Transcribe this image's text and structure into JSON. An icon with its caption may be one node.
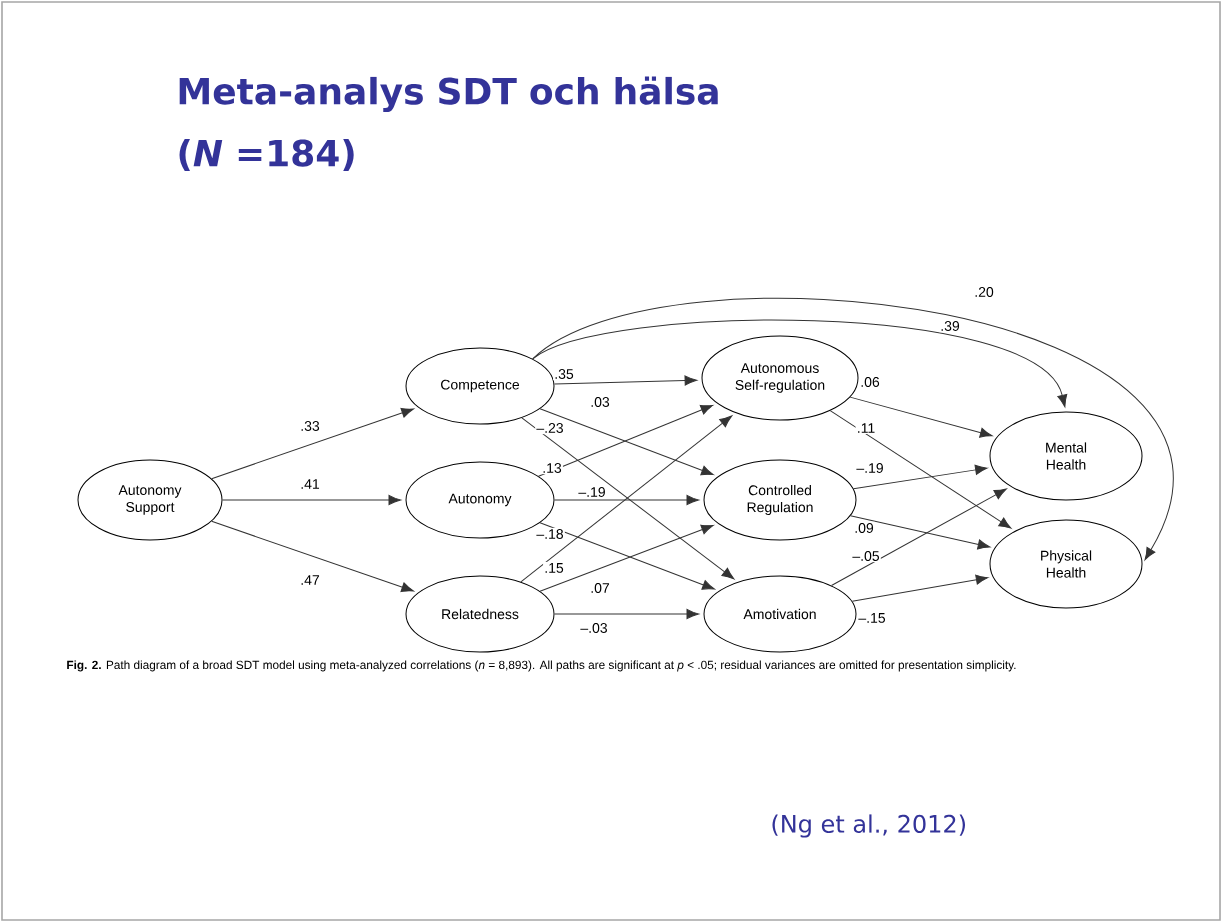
{
  "diagram": {
    "title": "Meta-analys SDT och hälsa (*N* =184)",
    "caption": "**Fig. 2.** Path diagram of a broad SDT model using meta-analyzed correlations (*n* = 8,893). All paths are significant at *p* < .05; residual variances are omitted for presentation simplicity.",
    "nodes": [
      {
        "text": [
          "Autonomy Support"
        ]
      },
      {
        "text": [
          "Competence"
        ]
      },
      {
        "text": [
          "Autonomy"
        ]
      },
      {
        "text": [
          "Relatedness"
        ]
      },
      {
        "text": [
          "Autonomous Self-regulation"
        ]
      },
      {
        "text": [
          "Controlled Regulation"
        ]
      },
      {
        "text": [
          "Amotivation"
        ]
      },
      {
        "text": [
          "Mental Health"
        ]
      },
      {
        "text": [
          "Physical Health"
        ]
      }
    ],
    "edges": [
      {
        "from": 0,
        "to": 1,
        "arrow": "to",
        "label": ".33"
      },
      {
        "from": 0,
        "to": 2,
        "arrow": "to",
        "label": ".41"
      },
      {
        "from": 0,
        "to": 3,
        "arrow": "to",
        "label": ".47"
      },
      {
        "from": 1,
        "to": 4,
        "arrow": "to",
        "label": ".35"
      },
      {
        "from": 1,
        "to": 5,
        "arrow": "to",
        "label": ".03"
      },
      {
        "from": 1,
        "to": 6,
        "arrow": "to",
        "label": "–.23"
      },
      {
        "from": 2,
        "to": 4,
        "arrow": "to",
        "label": ".13"
      },
      {
        "from": 2,
        "to": 5,
        "arrow": "to",
        "label": "–.19"
      },
      {
        "from": 2,
        "to": 6,
        "arrow": "to",
        "label": "–.18"
      },
      {
        "from": 3,
        "to": 4,
        "arrow": "to",
        "label": ".15"
      },
      {
        "from": 3,
        "to": 5,
        "arrow": "to",
        "label": ".07"
      },
      {
        "from": 3,
        "to": 6,
        "arrow": "to",
        "label": "–.03"
      },
      {
        "from": 1,
        "to": 7,
        "arrow": "to",
        "label": ".39"
      },
      {
        "from": 1,
        "to": 8,
        "arrow": "to",
        "label": ".20"
      },
      {
        "from": 4,
        "to": 7,
        "arrow": "to",
        "label": ".06"
      },
      {
        "from": 4,
        "to": 8,
        "arrow": "to",
        "label": ".11"
      },
      {
        "from": 5,
        "to": 7,
        "arrow": "to",
        "label": "–.19"
      },
      {
        "from": 5,
        "to": 8,
        "arrow": "to",
        "label": ".09"
      },
      {
        "from": 6,
        "to": 7,
        "arrow": "to",
        "label": "–.05"
      },
      {
        "from": 6,
        "to": 8,
        "arrow": "to",
        "label": "–.15"
      }
    ],
    "labels": [
      "(Ng et al., 2012)"
    ]
  }
}
